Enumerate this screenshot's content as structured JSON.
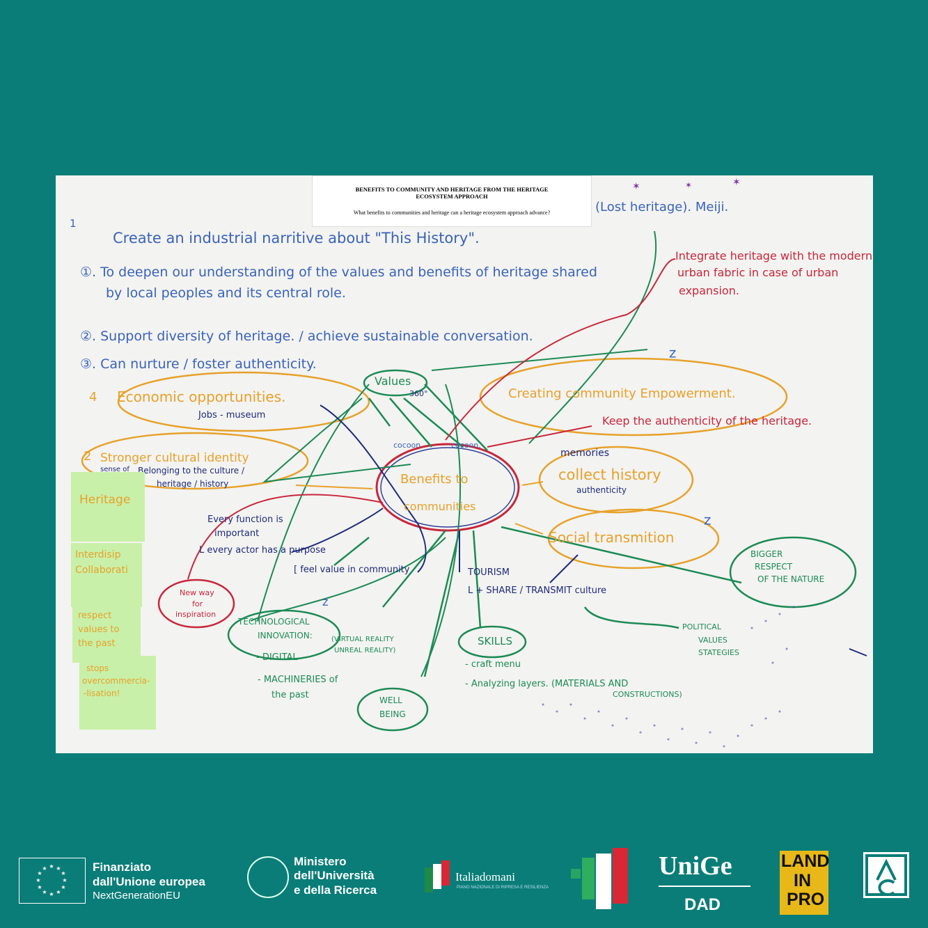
{
  "header": {
    "title": "BENEFITS TO COMMUNITY AND HERITAGE FROM THE HERITAGE ECOSYSTEM APPROACH",
    "question": "What benefits to communities and heritage can a heritage ecosystem approach advance?"
  },
  "notes": {
    "lost_heritage": "(Lost heritage). Meiji.",
    "num1": "1",
    "narrative": "Create an industrial narritive about \"This History\".",
    "point1a": "①. To deepen our understanding of the values and benefits of heritage shared",
    "point1b": "by local peoples and its central role.",
    "point2": "②. Support diversity of heritage. / achieve sustainable conversation.",
    "point3": "③. Can nurture / foster authenticity.",
    "integrate_a": "Integrate heritage with the modern",
    "integrate_b": "urban fabric in case of urban",
    "integrate_c": "expansion.",
    "economic": "Economic opportunities.",
    "economic_num": "4",
    "jobs": "Jobs - museum",
    "values": "Values",
    "deg": "360°",
    "empowerment": "Creating community Empowerment.",
    "authenticity_keep": "Keep the authenticity of the heritage.",
    "stronger_num": "2",
    "stronger": "Stronger cultural identity",
    "sense_of": "sense of",
    "belonging": "Belonging to the culture /",
    "heritage_history": "heritage / history",
    "cocoon1": "cocoon",
    "cocoon2": "cocoon.",
    "memories": "memories",
    "collect": "collect history",
    "authenticity": "authenticity",
    "benefits": "Benefits to",
    "communities": "communities",
    "every_function": "Every function is",
    "important": "important",
    "every_actor": "L every actor has a purpose",
    "feel_value": "[ feel value in community",
    "tourism": "TOURISM",
    "share": "L + SHARE / TRANSMIT culture",
    "social": "Social transmition",
    "bigger_a": "BIGGER",
    "bigger_b": "RESPECT",
    "bigger_c": "OF THE NATURE",
    "new_way_a": "New way",
    "new_way_b": "for",
    "new_way_c": "inspiration",
    "tech_a": "TECHNOLOGICAL",
    "tech_b": "INNOVATION:",
    "digital": "- DIGITAL",
    "virtual_a": "(VIRTUAL REALITY",
    "virtual_b": "UNREAL REALITY)",
    "machineries": "- MACHINERIES of",
    "the_past": "the past",
    "skills": "SKILLS",
    "craft": "- craft menu",
    "analyzing": "- Analyzing layers. (MATERIALS AND",
    "constructions": "CONSTRUCTIONS)",
    "well_a": "WELL",
    "well_b": "BEING",
    "political_a": "POLITICAL",
    "political_b": "VALUES",
    "political_c": "STATEGIES"
  },
  "stickies": {
    "heritage": "Heritage",
    "interdis_a": "Interdisip",
    "interdis_b": "Collaborati",
    "respect_a": "respect",
    "respect_b": "values to",
    "respect_c": "the past",
    "stops_a": "stops",
    "stops_b": "overcommercia-",
    "stops_c": "-lisation!"
  },
  "footer": {
    "eu_line1": "Finanziato",
    "eu_line2": "dall'Unione europea",
    "eu_line3": "NextGenerationEU",
    "mur_line1": "Ministero",
    "mur_line2": "dell'Università",
    "mur_line3": "e della Ricerca",
    "italiadomani": "Italiadomani",
    "italiadomani_sub": "PIANO NAZIONALE DI RIPRESA E RESILIENZA",
    "unige": "UniGe",
    "dad": "DAD",
    "land_a": "LAND",
    "land_b": "IN",
    "land_c": "PRO"
  },
  "colors": {
    "background": "#0a7d78",
    "blue_marker": "#3a63b8",
    "navy_marker": "#1f2a7a",
    "red_marker": "#c8263b",
    "orange_marker": "#e7a12a",
    "green_marker": "#1c8a55",
    "sticky": "#c9f0a8"
  }
}
